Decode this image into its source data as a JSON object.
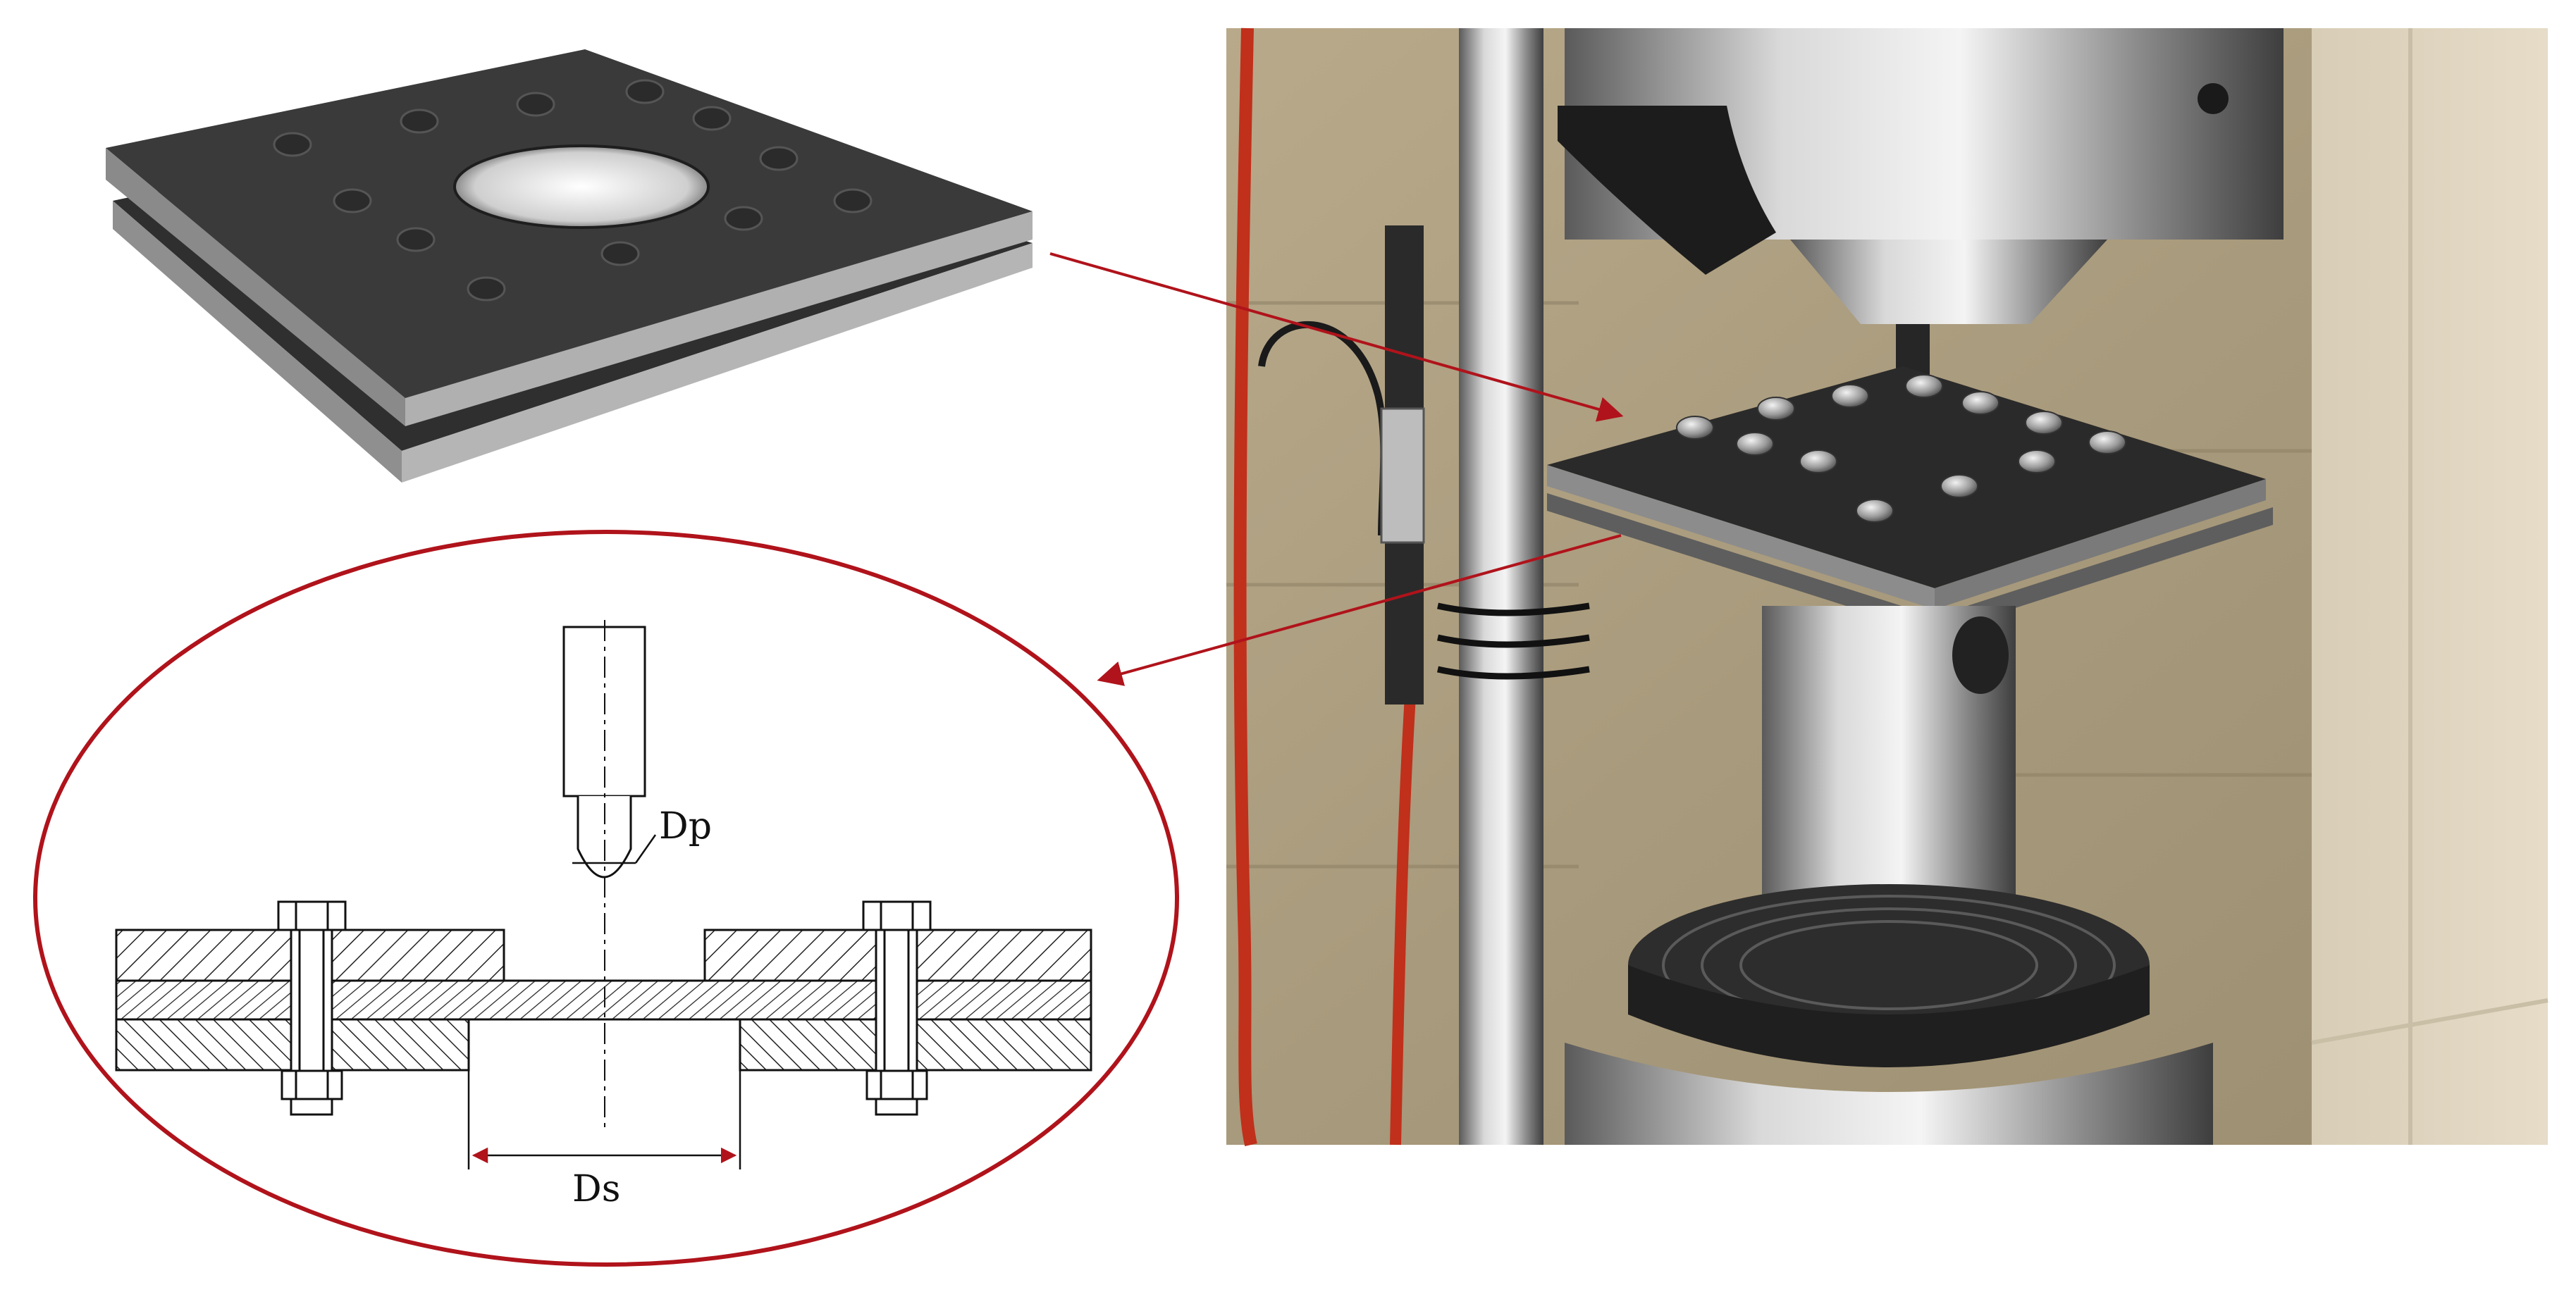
{
  "labels": {
    "punch_diameter": "Dp",
    "support_diameter": "Ds"
  },
  "colors": {
    "accent_red": "#b0131b",
    "plate_dark": "#3a3a3a",
    "plate_edge": "#a9a9a9",
    "hatch_line": "#222222"
  },
  "panels": {
    "render": "3d-render-of-clamping-plates",
    "section": "cross-section-drawing",
    "photo": "photo-of-test-setup"
  }
}
